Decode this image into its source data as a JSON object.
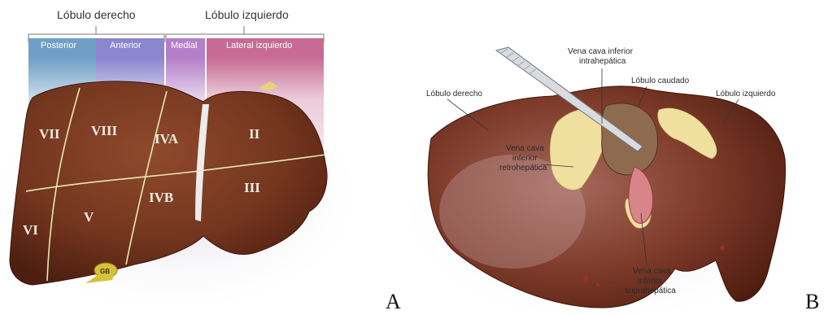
{
  "panel_a": {
    "lobes": [
      {
        "label": "Lóbulo derecho"
      },
      {
        "label": "Lóbulo izquierdo"
      }
    ],
    "segments_header": [
      {
        "label": "Posterior",
        "color": "#6f9fc6"
      },
      {
        "label": "Anterior",
        "color": "#8a86cf"
      },
      {
        "label": "Medial",
        "color": "#b47fc8"
      },
      {
        "label": "Lateral izquierdo",
        "color": "#c76b94"
      }
    ],
    "roman_labels": [
      "VII",
      "VIII",
      "IVA",
      "II",
      "VI",
      "V",
      "IVB",
      "III"
    ],
    "gallbladder_label": "GB",
    "letter": "A"
  },
  "panel_b": {
    "annotations": [
      "Lóbulo derecho",
      "Vena cava inferior",
      "intrahepática",
      "Lóbulo caudado",
      "Lóbulo izquierdo",
      "Vena cava",
      "inferior",
      "retrohepática",
      "Vena cava",
      "inferior",
      "suprahepática"
    ],
    "letter": "B"
  },
  "colors": {
    "liver": "#7a3a22",
    "liver_dark": "#5a2414",
    "segment_line": "#e8ecb0",
    "ligament": "#f4f6f8"
  }
}
